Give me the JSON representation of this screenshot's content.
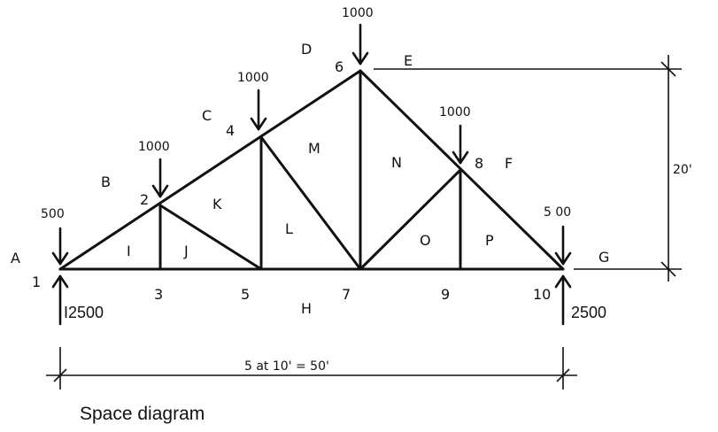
{
  "caption": "Space diagram",
  "joints": {
    "j1": "1",
    "j2": "2",
    "j3": "3",
    "j4": "4",
    "j5": "5",
    "j6": "6",
    "j7": "7",
    "j8": "8",
    "j9": "9",
    "j10": "10"
  },
  "spaces": {
    "A": "A",
    "B": "B",
    "C": "C",
    "D": "D",
    "E": "E",
    "F": "F",
    "G": "G",
    "H": "H",
    "I": "I",
    "J": "J",
    "K": "K",
    "L": "L",
    "M": "M",
    "N": "N",
    "O": "O",
    "P": "P"
  },
  "loads": {
    "l1": "500",
    "l2": "1000",
    "l4": "1000",
    "l6": "1000",
    "l8": "1000",
    "l10": "5 00"
  },
  "reactions": {
    "left": "I2500",
    "right": "2500"
  },
  "dimensions": {
    "span": "5 at 10'  =  50'",
    "height": "20'"
  }
}
